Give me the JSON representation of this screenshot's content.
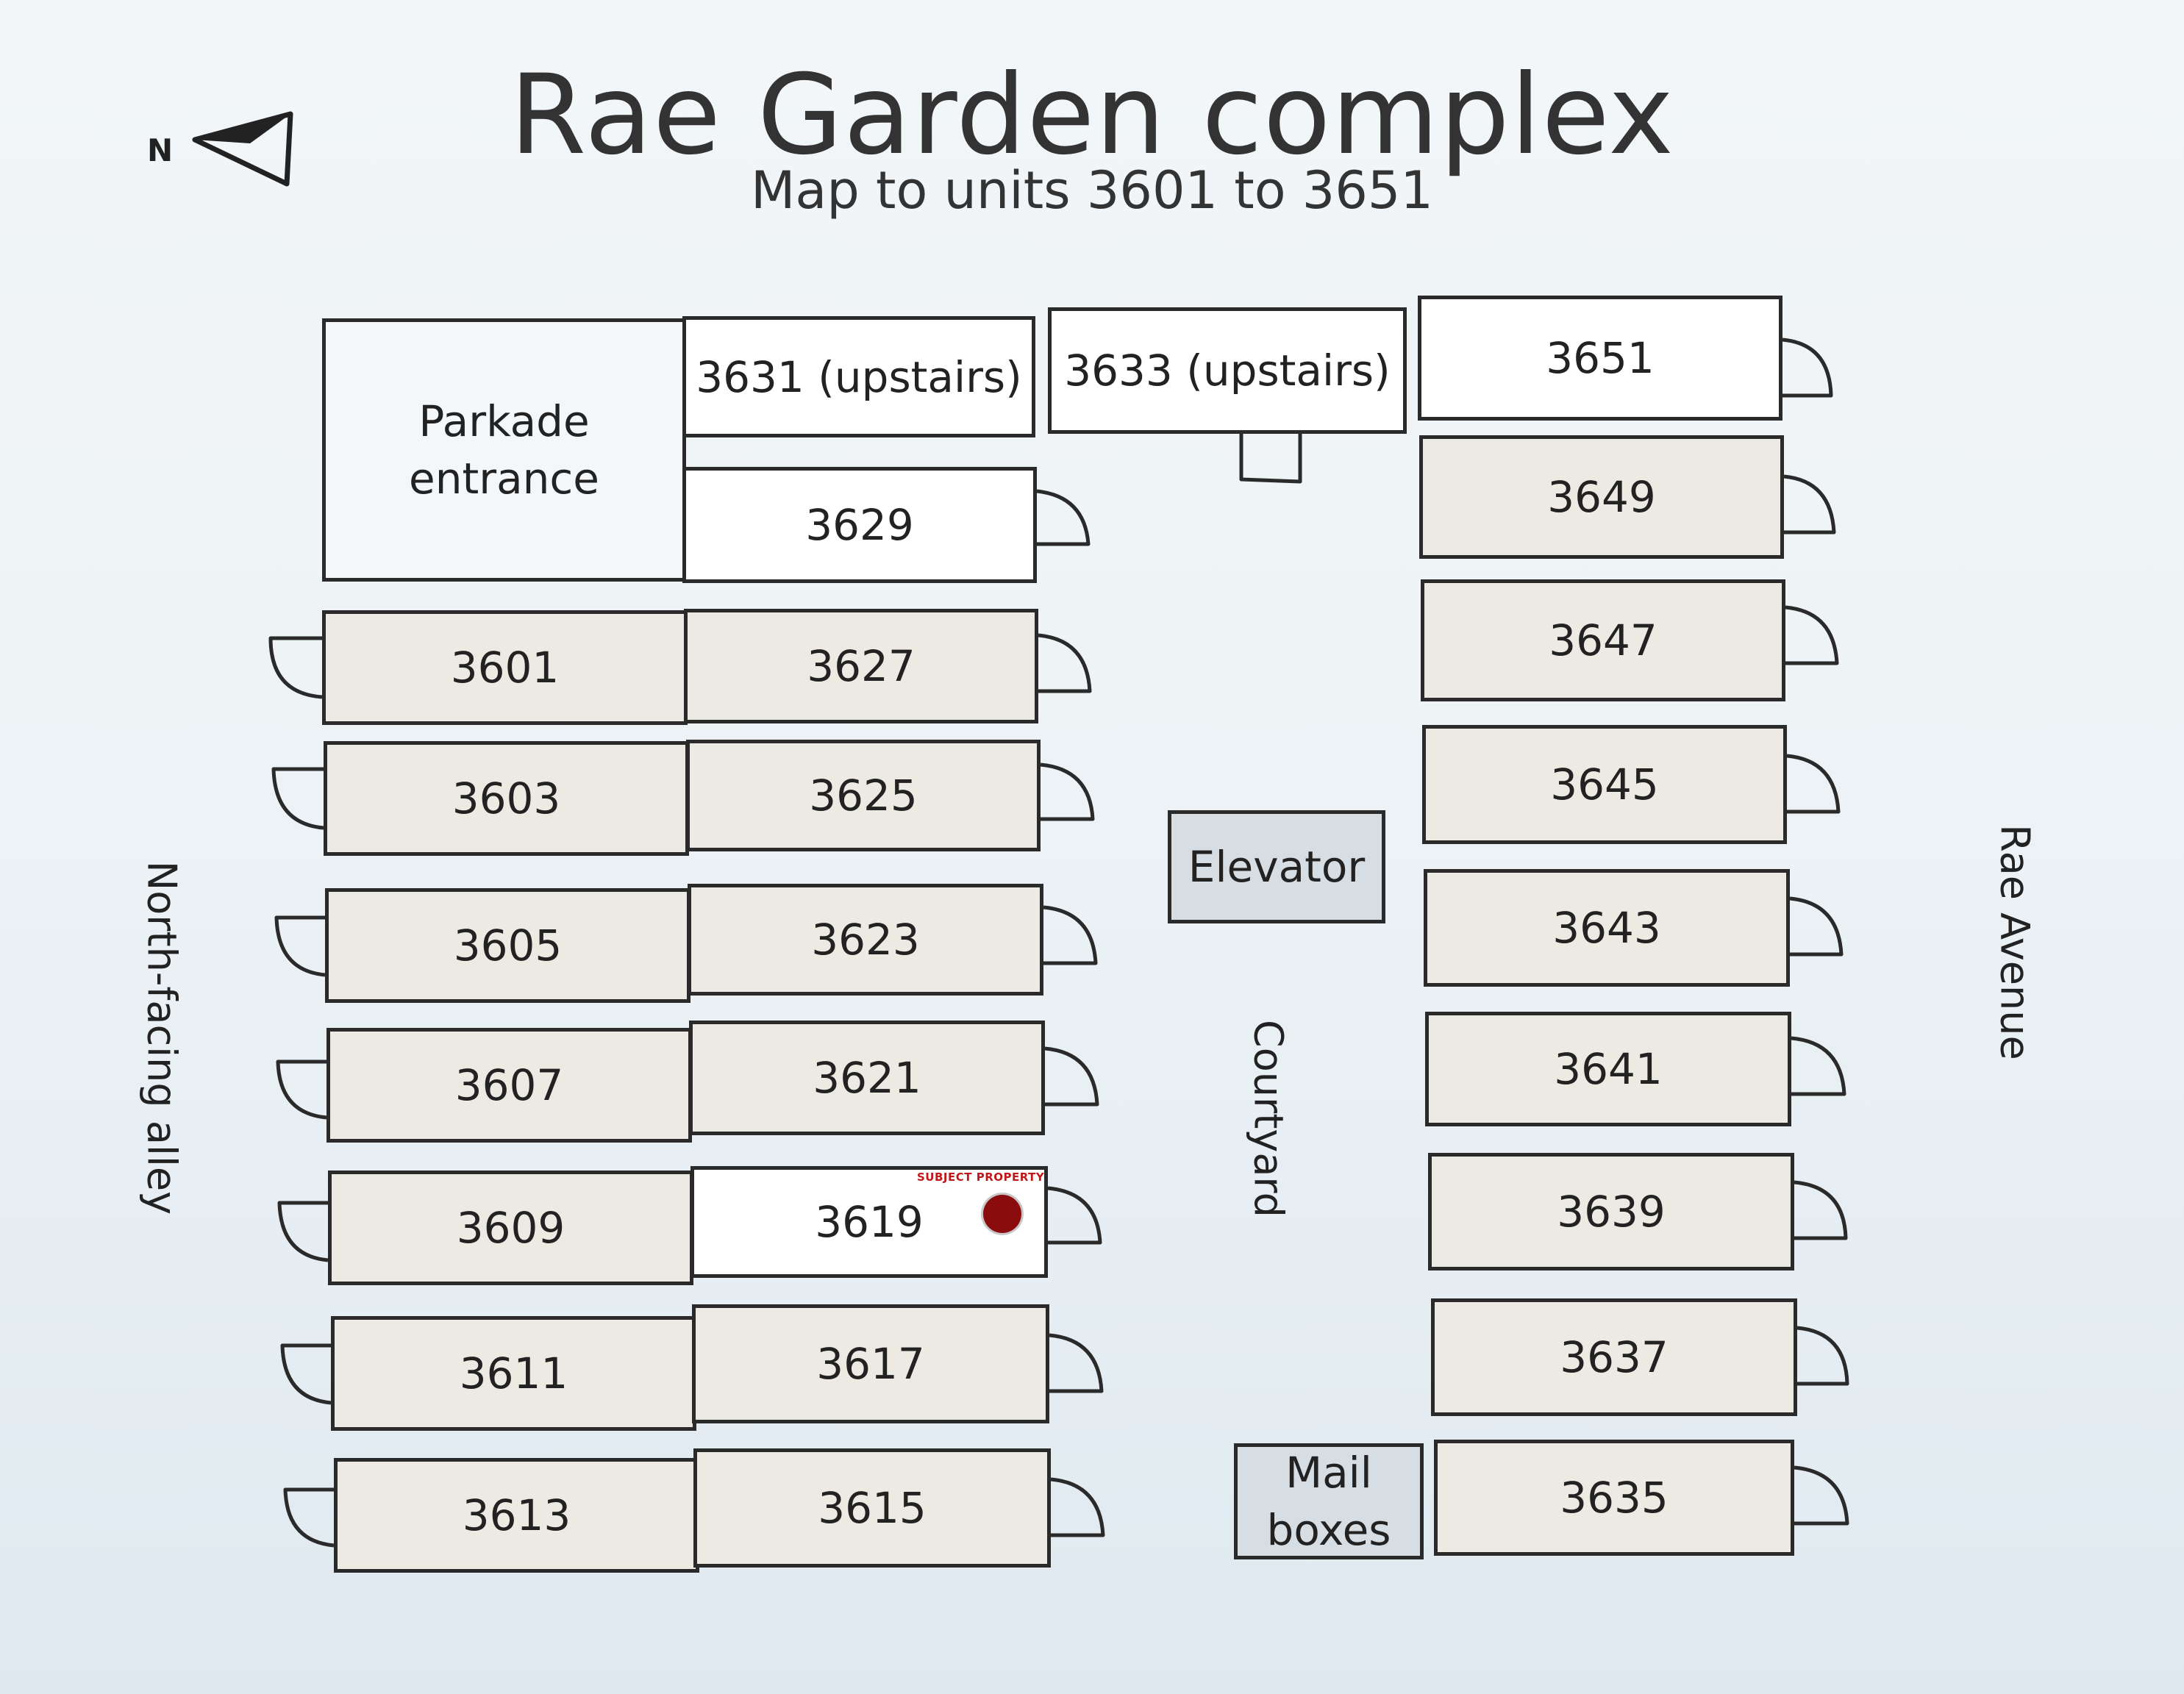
{
  "title": "Rae Garden complex",
  "subtitle": "Map to units 3601 to 3651",
  "compass": {
    "label": "N",
    "icon": "north-arrow-icon"
  },
  "streets": {
    "left": "North-facing alley",
    "right": "Rae Avenue",
    "center": "Courtyard"
  },
  "facilities": {
    "parkade": [
      "Parkade",
      "entrance"
    ],
    "elevator": "Elevator",
    "mail": [
      "Mail",
      "boxes"
    ]
  },
  "units": {
    "u3601": "3601",
    "u3603": "3603",
    "u3605": "3605",
    "u3607": "3607",
    "u3609": "3609",
    "u3611": "3611",
    "u3613": "3613",
    "u3615": "3615",
    "u3617": "3617",
    "u3619": "3619",
    "u3621": "3621",
    "u3623": "3623",
    "u3625": "3625",
    "u3627": "3627",
    "u3629": "3629",
    "u3631": "3631 (upstairs)",
    "u3633": "3633 (upstairs)",
    "u3635": "3635",
    "u3637": "3637",
    "u3639": "3639",
    "u3641": "3641",
    "u3643": "3643",
    "u3645": "3645",
    "u3647": "3647",
    "u3649": "3649",
    "u3651": "3651"
  },
  "subject": {
    "label": "SUBJECT PROPERTY",
    "unit": "3619",
    "marker_color": "#8a0c0c"
  },
  "colors": {
    "unit_fill": "#eceae2",
    "facility_fill": "#d6dde3",
    "outline": "#2a2a2a"
  }
}
